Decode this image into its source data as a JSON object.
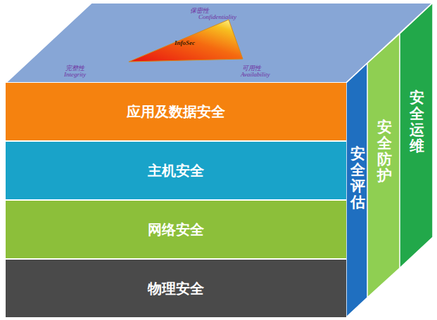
{
  "diagram": {
    "nodes": [
      {
        "text": [
          "InfoSec"
        ]
      },
      {
        "text": [
          "应用及数据安全"
        ]
      },
      {
        "text": [
          "主机安全"
        ]
      },
      {
        "text": [
          "网络安全"
        ]
      },
      {
        "text": [
          "物理安全"
        ]
      },
      {
        "text": [
          "安全评估"
        ]
      },
      {
        "text": [
          "安全防护"
        ]
      },
      {
        "text": [
          "安全运维"
        ]
      }
    ],
    "labels": [
      "保密性",
      "Confidentiality",
      "完整性",
      "Integrity",
      "可用性",
      "Availability"
    ]
  }
}
